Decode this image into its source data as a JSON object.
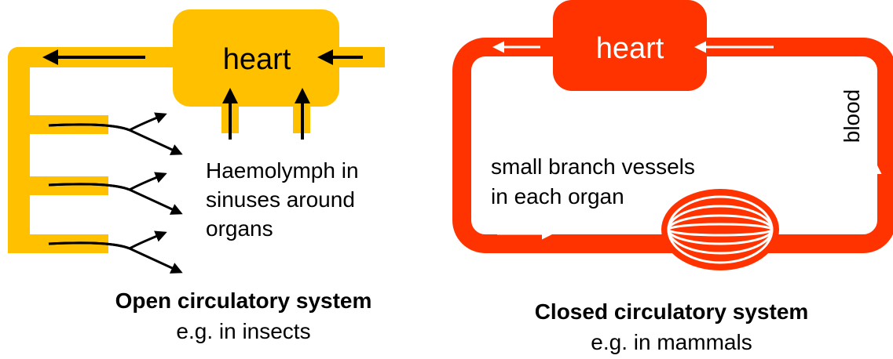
{
  "open_system": {
    "heart_label": "heart",
    "description_lines": [
      "Haemolymph in",
      "sinuses around",
      "organs"
    ],
    "caption_title": "Open circulatory system",
    "caption_subtitle": "e.g. in insects"
  },
  "closed_system": {
    "heart_label": "heart",
    "vessel_label_lines": [
      "small branch vessels",
      "in each organ"
    ],
    "blood_label": "blood",
    "caption_title": "Closed circulatory system",
    "caption_subtitle": "e.g. in mammals"
  },
  "colors": {
    "open_vessel": "#FFC000",
    "closed_vessel": "#FF3300",
    "arrow_dark": "#000000",
    "arrow_light": "#FFFFFF",
    "text": "#000000",
    "heart_text_closed": "#FFFFFF"
  }
}
